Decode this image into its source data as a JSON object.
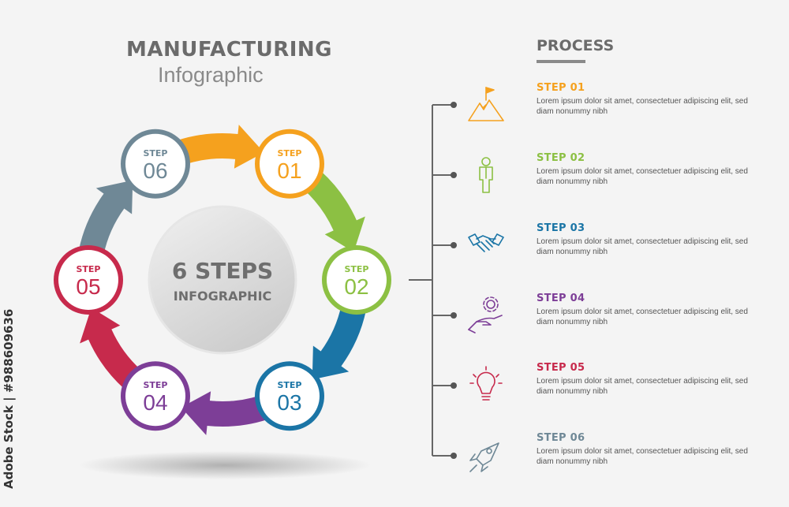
{
  "title": {
    "main": "MANUFACTURING",
    "sub": "Infographic"
  },
  "center": {
    "line1": "6 STEPS",
    "line2": "INFOGRAPHIC"
  },
  "process_heading": "PROCESS",
  "watermark": "Adobe Stock | #988609636",
  "steps": [
    {
      "label": "STEP",
      "number": "01",
      "title": "STEP 01",
      "color": "#f5a11e",
      "icon": "mountain-flag-icon",
      "description": "Lorem ipsum dolor sit amet, consectetuer adipiscing elit, sed diam nonummy nibh"
    },
    {
      "label": "STEP",
      "number": "02",
      "title": "STEP 02",
      "color": "#8cc043",
      "icon": "person-icon",
      "description": "Lorem ipsum dolor sit amet, consectetuer adipiscing elit, sed diam nonummy nibh"
    },
    {
      "label": "STEP",
      "number": "03",
      "title": "STEP 03",
      "color": "#1b75a6",
      "icon": "handshake-icon",
      "description": "Lorem ipsum dolor sit amet, consectetuer adipiscing elit, sed diam nonummy nibh"
    },
    {
      "label": "STEP",
      "number": "04",
      "title": "STEP 04",
      "color": "#7d3e97",
      "icon": "hand-gear-icon",
      "description": "Lorem ipsum dolor sit amet, consectetuer adipiscing elit, sed diam nonummy nibh"
    },
    {
      "label": "STEP",
      "number": "05",
      "title": "STEP 05",
      "color": "#c72a4c",
      "icon": "lightbulb-icon",
      "description": "Lorem ipsum dolor sit amet, consectetuer adipiscing elit, sed diam nonummy nibh"
    },
    {
      "label": "STEP",
      "number": "06",
      "title": "STEP 06",
      "color": "#6f8896",
      "icon": "rocket-icon",
      "description": "Lorem ipsum dolor sit amet, consectetuer adipiscing elit, sed diam nonummy nibh"
    }
  ]
}
